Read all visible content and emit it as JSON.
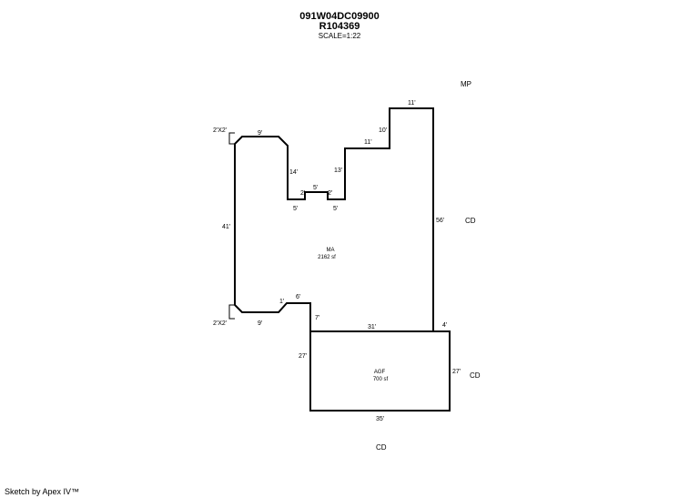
{
  "header": {
    "parcel_id": "091W04DC09900",
    "record_id": "R104369",
    "scale": "SCALE=1:22"
  },
  "footer": {
    "credit": "Sketch by Apex IV™"
  },
  "areas": {
    "main": {
      "code": "MA",
      "size": "2162 sf"
    },
    "garage": {
      "code": "AGF",
      "size": "700 sf"
    }
  },
  "labels": {
    "mp": "MP",
    "cd_right": "CD",
    "cd_garage": "CD",
    "cd_bottom": "CD"
  },
  "dimensions": {
    "top_right": "11'",
    "step_upper": "10'",
    "step_mid": "11'",
    "step_lower": "13'",
    "right_side": "56'",
    "left_top_width": "9'",
    "left_inner": "14'",
    "notch_top": "5'",
    "notch_left": "2'",
    "notch_right": "2'",
    "inner_left_base": "5'",
    "inner_right_base": "5'",
    "left_side": "41'",
    "corner_top": "2'X2'",
    "corner_bottom": "2'X2'",
    "left_bottom_width": "9'",
    "small_step": "1'",
    "lower_step_width": "6'",
    "lower_drop": "7'",
    "main_bottom": "31'",
    "garage_right_top": "4'",
    "garage_left": "27'",
    "garage_right": "27'",
    "garage_bottom": "35'"
  }
}
